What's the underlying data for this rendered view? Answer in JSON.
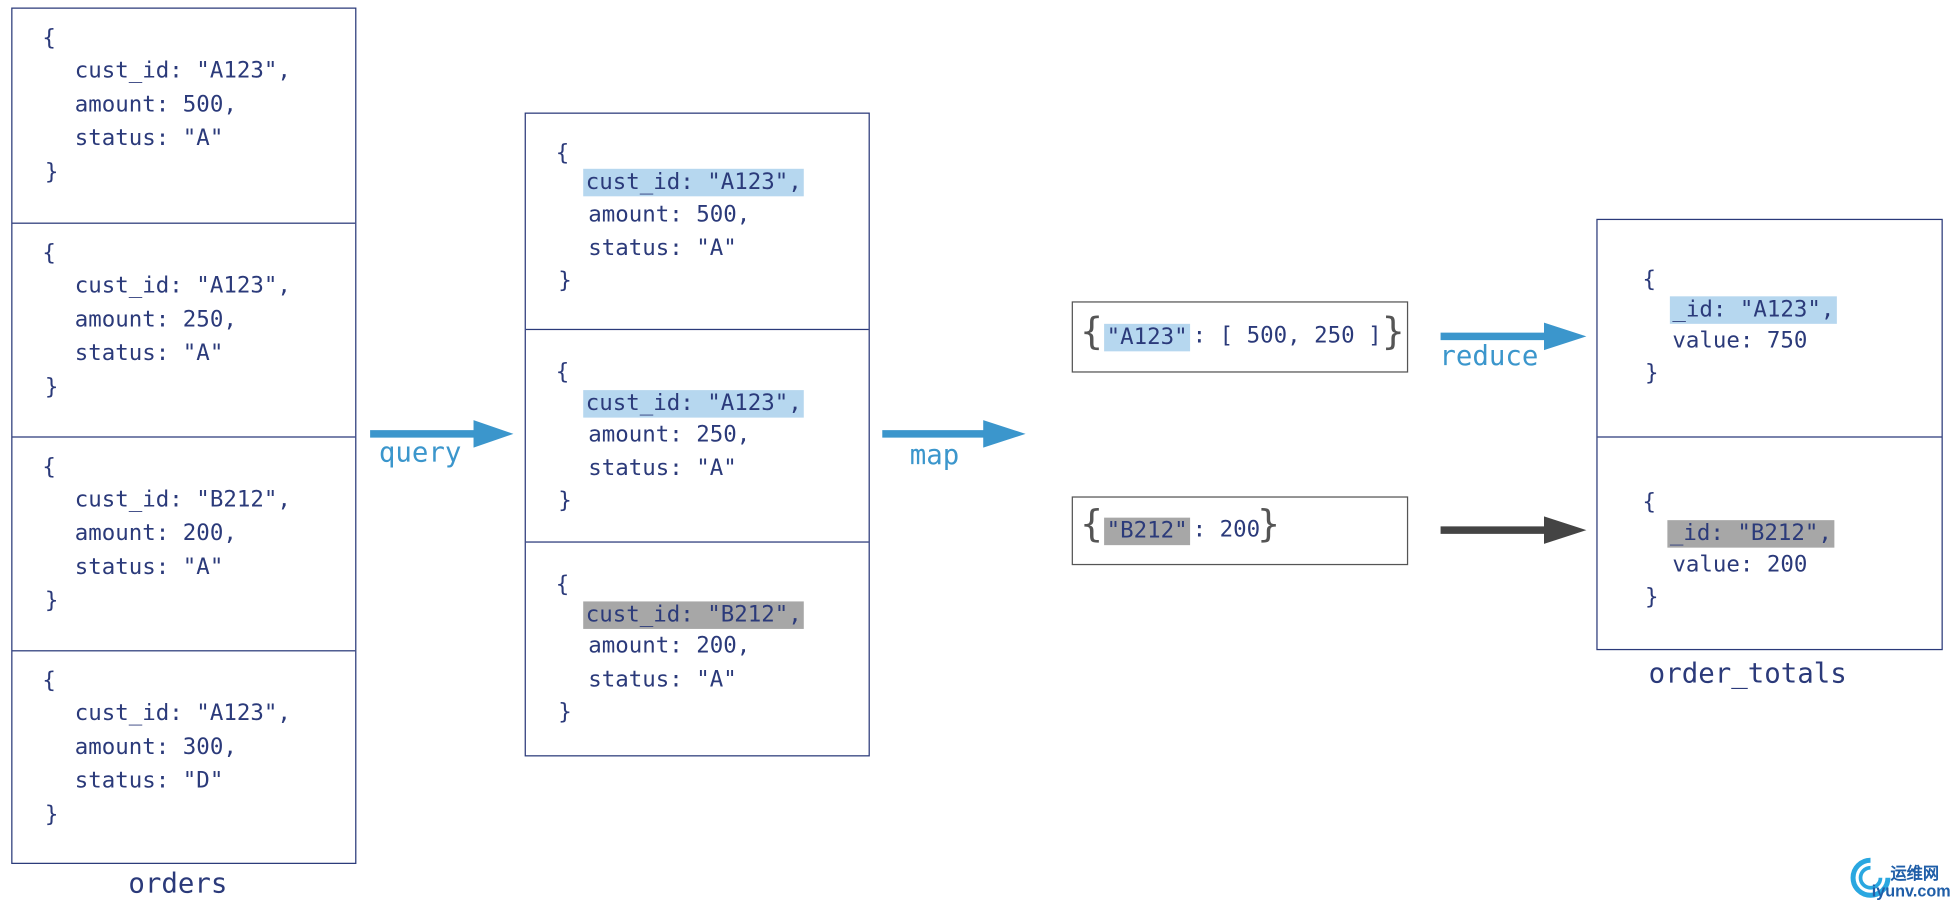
{
  "orders": {
    "label": "orders",
    "docs": [
      {
        "open": "{",
        "l1": "cust_id: \"A123\",",
        "l2": "amount: 500,",
        "l3": "status: \"A\"",
        "close": "}"
      },
      {
        "open": "{",
        "l1": "cust_id: \"A123\",",
        "l2": "amount: 250,",
        "l3": "status: \"A\"",
        "close": "}"
      },
      {
        "open": "{",
        "l1": "cust_id: \"B212\",",
        "l2": "amount: 200,",
        "l3": "status: \"A\"",
        "close": "}"
      },
      {
        "open": "{",
        "l1": "cust_id: \"A123\",",
        "l2": "amount: 300,",
        "l3": "status: \"D\"",
        "close": "}"
      }
    ]
  },
  "query_label": "query",
  "filtered": {
    "docs": [
      {
        "open": "{",
        "l1": "cust_id: \"A123\",",
        "l2": "amount: 500,",
        "l3": "status: \"A\"",
        "close": "}"
      },
      {
        "open": "{",
        "l1": "cust_id: \"A123\",",
        "l2": "amount: 250,",
        "l3": "status: \"A\"",
        "close": "}"
      },
      {
        "open": "{",
        "l1": "cust_id: \"B212\",",
        "l2": "amount: 200,",
        "l3": "status: \"A\"",
        "close": "}"
      }
    ]
  },
  "map_label": "map",
  "pairs": [
    {
      "open": "{",
      "key": "\"A123\"",
      "rest": ": [ 500, 250 ]",
      "close": "}"
    },
    {
      "open": "{",
      "key": "\"B212\"",
      "rest": ": 200",
      "close": "}"
    }
  ],
  "reduce_label": "reduce",
  "order_totals": {
    "label": "order_totals",
    "docs": [
      {
        "open": "{",
        "l1": "_id: \"A123\",",
        "l2": "value: 750",
        "close": "}"
      },
      {
        "open": "{",
        "l1": "_id: \"B212\",",
        "l2": "value: 200",
        "close": "}"
      }
    ]
  },
  "logo": {
    "cn": "运维网",
    "en": "iyunv.com"
  },
  "colors": {
    "navy": "#2b3a7a",
    "arrow_blue": "#3b96cc",
    "arrow_dark": "#444444",
    "hl_blue": "#b6d7ef",
    "hl_gray": "#a7a7a7"
  }
}
